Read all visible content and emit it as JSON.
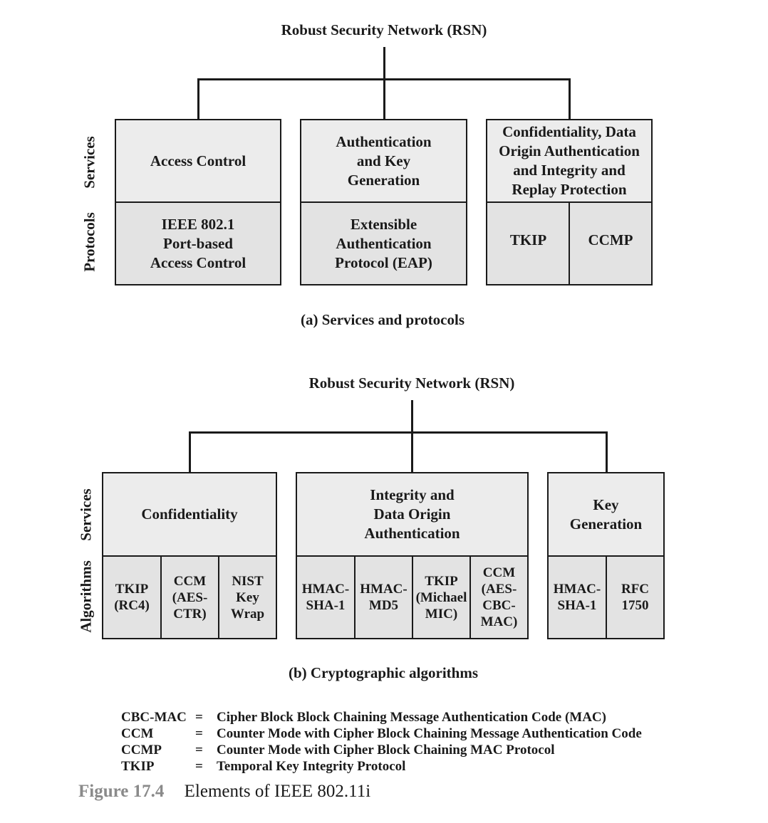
{
  "part_a": {
    "root_title": "Robust Security Network (RSN)",
    "row_labels": {
      "services": "Services",
      "protocols": "Protocols"
    },
    "services": [
      "Access Control",
      "Authentication\nand Key\nGeneration",
      "Confidentiality, Data\nOrigin Authentication\nand Integrity and\nReplay Protection"
    ],
    "protocols": [
      "IEEE 802.1\nPort-based\nAccess Control",
      "Extensible\nAuthentication\nProtocol (EAP)",
      "TKIP",
      "CCMP"
    ],
    "caption": "(a) Services and protocols"
  },
  "part_b": {
    "root_title": "Robust Security Network (RSN)",
    "row_labels": {
      "services": "Services",
      "algorithms": "Algorithms"
    },
    "services": [
      "Confidentiality",
      "Integrity and\nData Origin\nAuthentication",
      "Key\nGeneration"
    ],
    "algorithms": [
      "TKIP\n(RC4)",
      "CCM\n(AES-\nCTR)",
      "NIST\nKey\nWrap",
      "HMAC-\nSHA-1",
      "HMAC-\nMD5",
      "TKIP\n(Michael\nMIC)",
      "CCM\n(AES-\nCBC-\nMAC)",
      "HMAC-\nSHA-1",
      "RFC\n1750"
    ],
    "caption": "(b) Cryptographic algorithms"
  },
  "legend": [
    {
      "term": "CBC-MAC",
      "eq": "=",
      "definition": "Cipher Block  Block Chaining Message Authentication Code (MAC)"
    },
    {
      "term": "CCM",
      "eq": "=",
      "definition": "Counter Mode with Cipher Block Chaining Message Authentication Code"
    },
    {
      "term": "CCMP",
      "eq": "=",
      "definition": "Counter Mode with Cipher Block Chaining MAC Protocol"
    },
    {
      "term": "TKIP",
      "eq": "=",
      "definition": "Temporal Key Integrity Protocol"
    }
  ],
  "figure": {
    "number": "Figure 17.4",
    "title": "Elements of IEEE 802.11i"
  }
}
